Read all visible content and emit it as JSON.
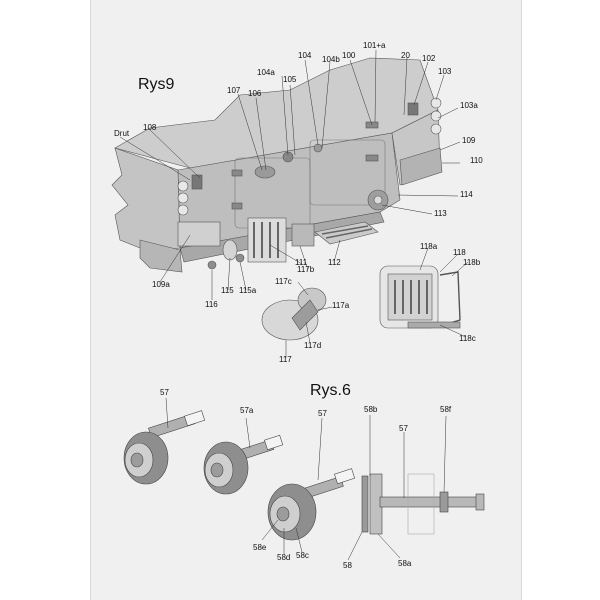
{
  "sections": {
    "upper_title": "Rys9",
    "lower_title": "Rys.6"
  },
  "labels": {
    "drut": "Drut",
    "p108": "108",
    "p107": "107",
    "p106": "106",
    "p105": "105",
    "p104a": "104a",
    "p104": "104",
    "p104b": "104b",
    "p100": "100",
    "p101a": "101+a",
    "p20": "20",
    "p102": "102",
    "p103": "103",
    "p103a": "103a",
    "p109": "109",
    "p110": "110",
    "p114": "114",
    "p113": "113",
    "p109a": "109a",
    "p116": "116",
    "p115": "115",
    "p115a": "115a",
    "p111": "111",
    "p117b": "117b",
    "p112": "112",
    "p117c": "117c",
    "p117a": "117a",
    "p117": "117",
    "p117d": "117d",
    "p118a": "118a",
    "p118": "118",
    "p118b": "118b",
    "p118c": "118c",
    "w57a": "57",
    "w57b": "57a",
    "w57c": "57",
    "w58b": "58b",
    "w57d": "57",
    "w58f": "58f",
    "w58e": "58e",
    "w58d": "58d",
    "w58c": "58c",
    "w58": "58",
    "w58a": "58a"
  },
  "colors": {
    "page": "#f0f0f0",
    "hull_top": "#cfcfcf",
    "hull_side": "#bdbdbd",
    "hull_dark": "#a9a9a9",
    "tire": "#8c8c8c",
    "hub": "#d6d6d6",
    "line": "#333333"
  }
}
